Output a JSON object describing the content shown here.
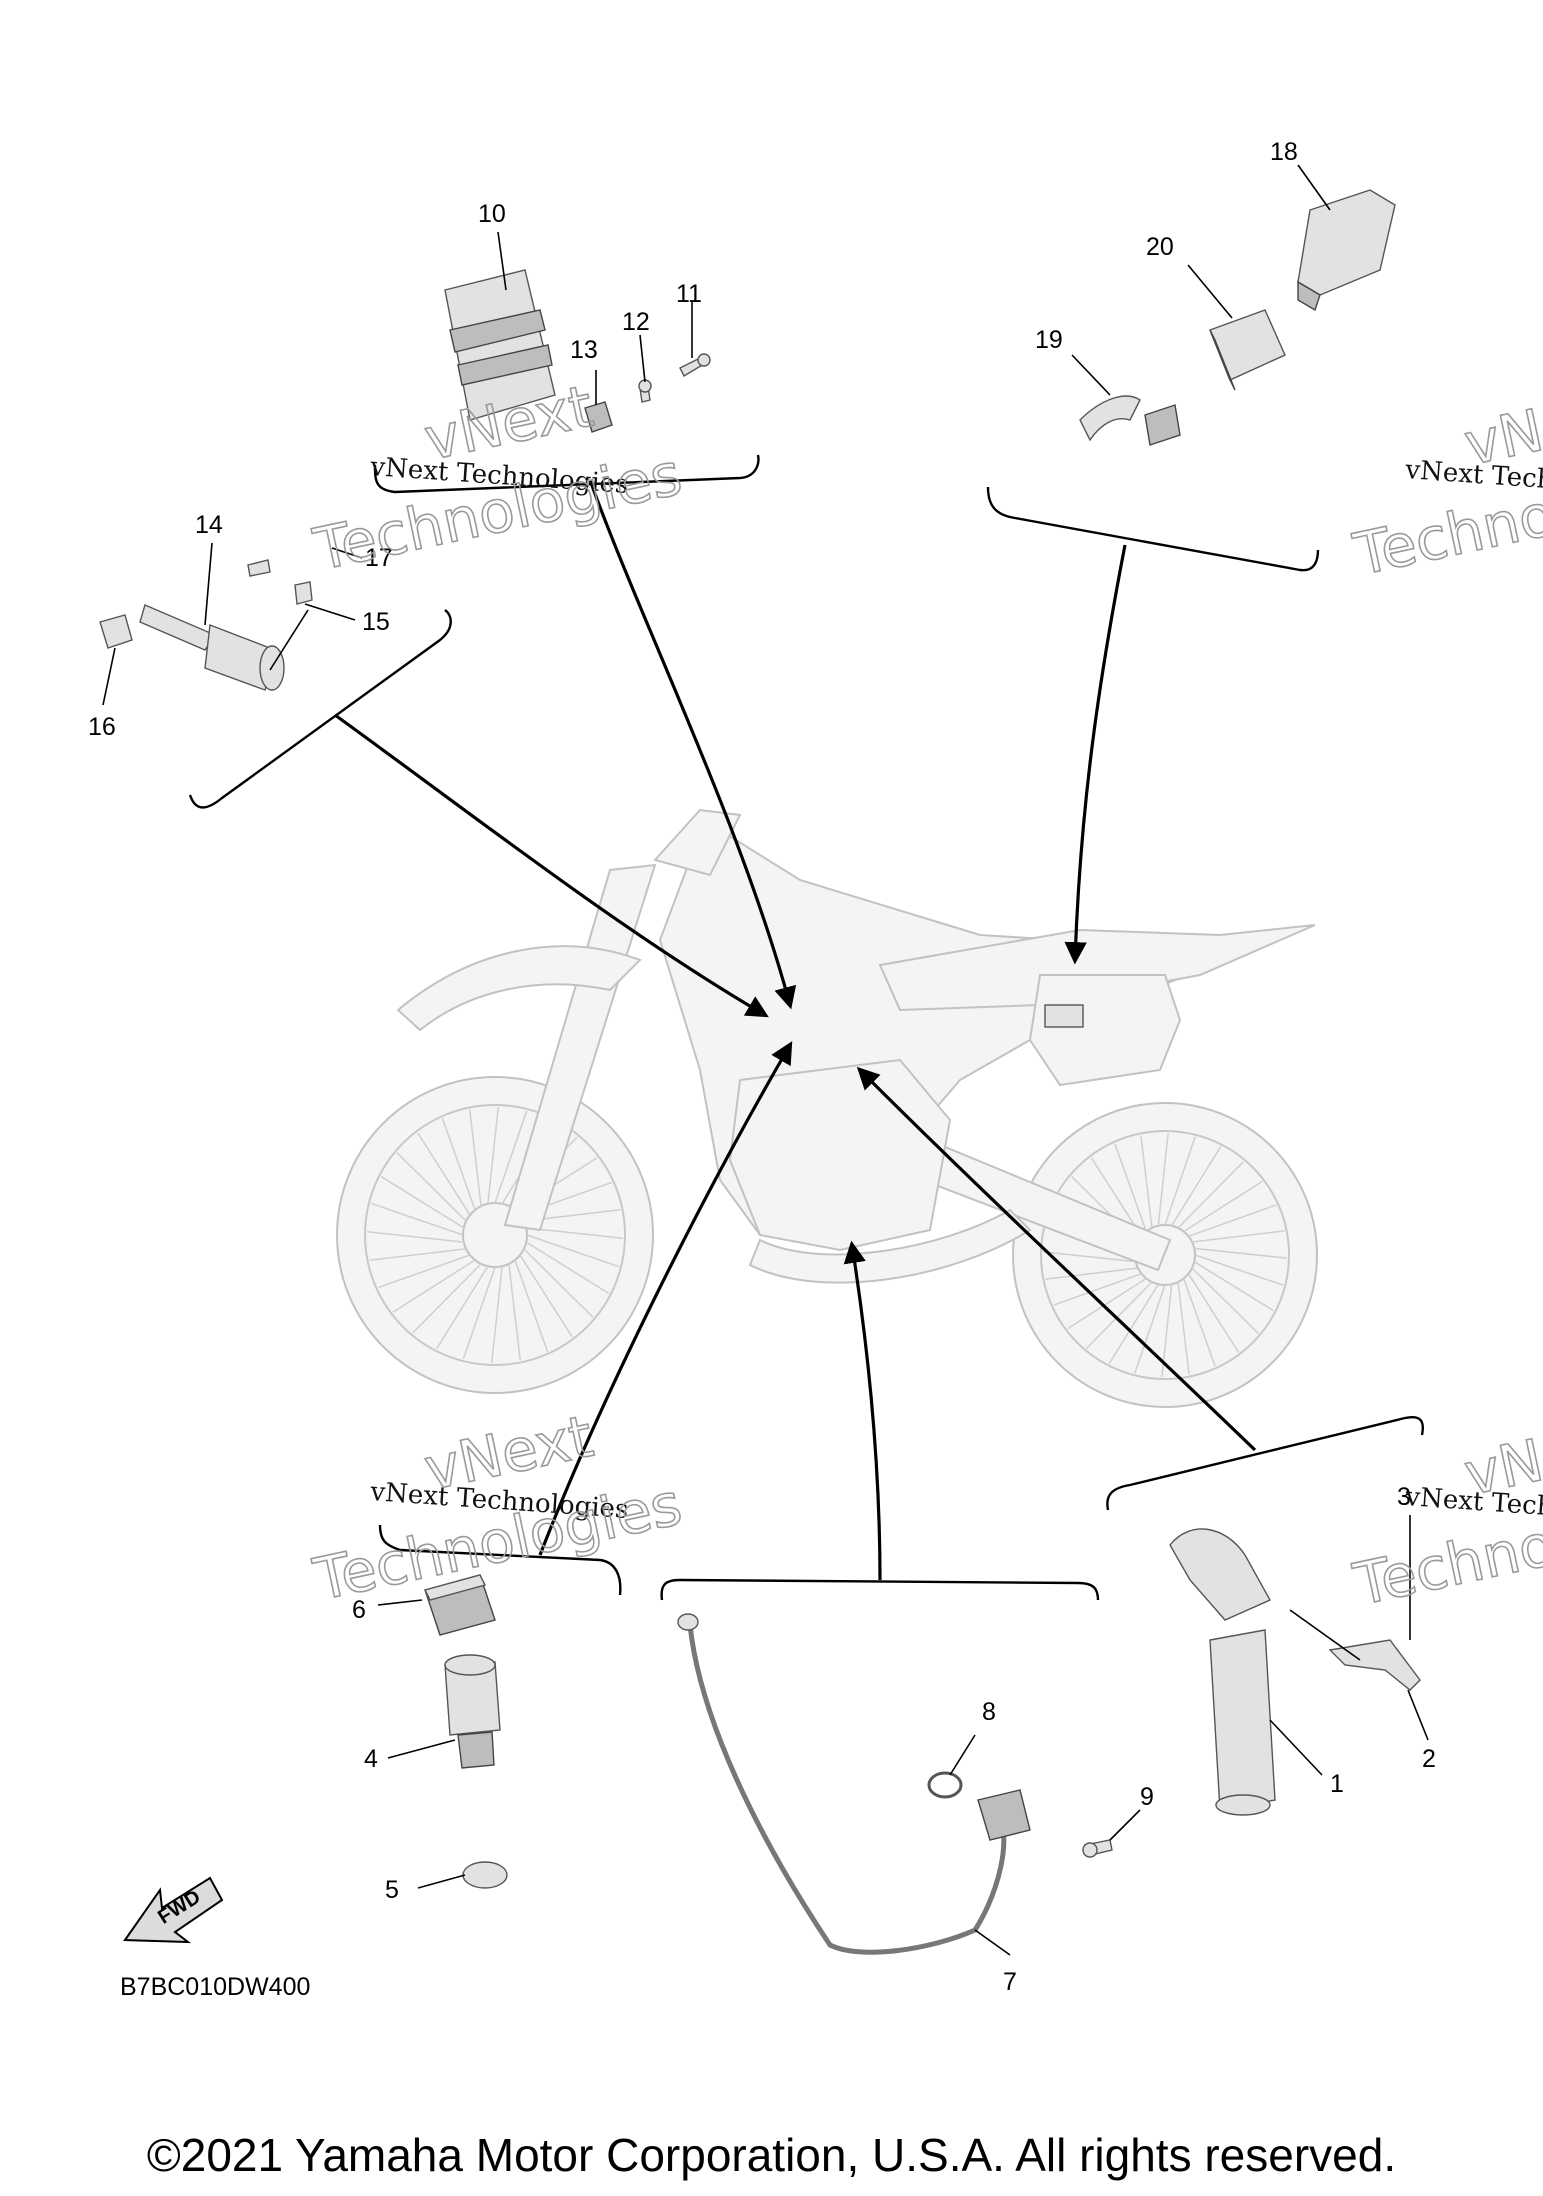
{
  "diagram": {
    "callouts": [
      {
        "id": "1",
        "label": "1"
      },
      {
        "id": "2",
        "label": "2"
      },
      {
        "id": "3",
        "label": "3"
      },
      {
        "id": "4",
        "label": "4"
      },
      {
        "id": "5",
        "label": "5"
      },
      {
        "id": "6",
        "label": "6"
      },
      {
        "id": "7",
        "label": "7"
      },
      {
        "id": "8",
        "label": "8"
      },
      {
        "id": "9",
        "label": "9"
      },
      {
        "id": "10",
        "label": "10"
      },
      {
        "id": "11",
        "label": "11"
      },
      {
        "id": "12",
        "label": "12"
      },
      {
        "id": "13",
        "label": "13"
      },
      {
        "id": "14",
        "label": "14"
      },
      {
        "id": "15",
        "label": "15"
      },
      {
        "id": "16",
        "label": "16"
      },
      {
        "id": "17",
        "label": "17"
      },
      {
        "id": "18",
        "label": "18"
      },
      {
        "id": "19",
        "label": "19"
      },
      {
        "id": "20",
        "label": "20"
      }
    ],
    "fwd_label": "FWD",
    "drawing_code": "B7BC010DW400"
  },
  "watermark": {
    "line1": "vNext Technologies",
    "big_top": "vNext",
    "big_bottom": "Technologies"
  },
  "copyright": "©2021 Yamaha Motor Corporation, U.S.A. All rights reserved."
}
